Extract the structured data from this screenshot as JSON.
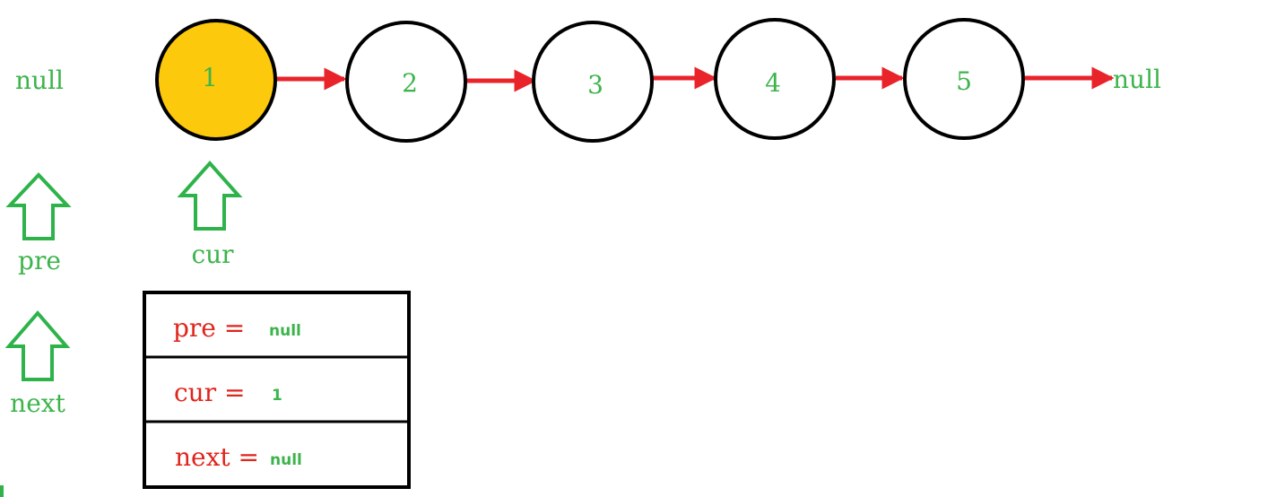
{
  "colors": {
    "node_stroke": "#000000",
    "node_fill": "#ffffff",
    "node_highlight_fill": "#fdc90c",
    "arrow_red": "#e8242a",
    "pointer_green": "#2eb34a",
    "text_green": "#3cb44b",
    "text_red": "#e0241b"
  },
  "list": {
    "head_null": "null",
    "tail_null": "null",
    "nodes": [
      {
        "label": "1",
        "highlighted": true
      },
      {
        "label": "2",
        "highlighted": false
      },
      {
        "label": "3",
        "highlighted": false
      },
      {
        "label": "4",
        "highlighted": false
      },
      {
        "label": "5",
        "highlighted": false
      }
    ]
  },
  "pointers": {
    "pre": "pre",
    "cur": "cur",
    "next": "next"
  },
  "table": {
    "rows": [
      {
        "key": "pre =",
        "value": "null"
      },
      {
        "key": "cur =",
        "value": "1"
      },
      {
        "key": "next =",
        "value": "null"
      }
    ]
  }
}
